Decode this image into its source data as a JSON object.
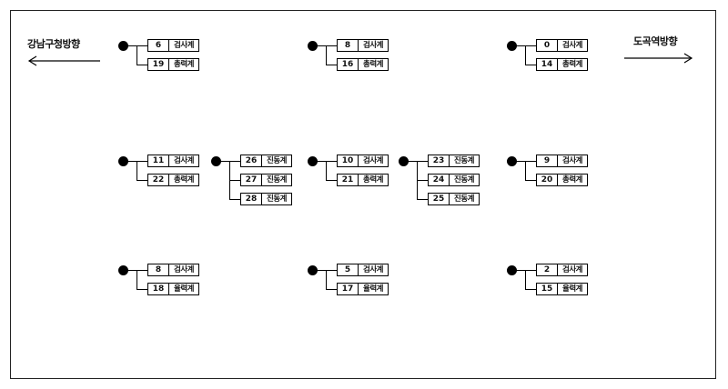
{
  "directions": {
    "left": "강남구청방향",
    "right": "도곡역방향"
  },
  "nodes": [
    {
      "id": "n1",
      "rows": [
        {
          "num": "6",
          "label": "검사계"
        },
        {
          "num": "19",
          "label": "총력계"
        }
      ]
    },
    {
      "id": "n2",
      "rows": [
        {
          "num": "8",
          "label": "검사계"
        },
        {
          "num": "16",
          "label": "총력계"
        }
      ]
    },
    {
      "id": "n3",
      "rows": [
        {
          "num": "0",
          "label": "검사계"
        },
        {
          "num": "14",
          "label": "총력계"
        }
      ]
    },
    {
      "id": "n4",
      "rows": [
        {
          "num": "11",
          "label": "검사계"
        },
        {
          "num": "22",
          "label": "총력계"
        }
      ]
    },
    {
      "id": "n5",
      "rows": [
        {
          "num": "26",
          "label": "진동계"
        },
        {
          "num": "27",
          "label": "진동계"
        },
        {
          "num": "28",
          "label": "진동계"
        }
      ]
    },
    {
      "id": "n6",
      "rows": [
        {
          "num": "10",
          "label": "검사계"
        },
        {
          "num": "21",
          "label": "총력계"
        }
      ]
    },
    {
      "id": "n7",
      "rows": [
        {
          "num": "23",
          "label": "진동계"
        },
        {
          "num": "24",
          "label": "진동계"
        },
        {
          "num": "25",
          "label": "진동계"
        }
      ]
    },
    {
      "id": "n8",
      "rows": [
        {
          "num": "9",
          "label": "검사계"
        },
        {
          "num": "20",
          "label": "총력계"
        }
      ]
    },
    {
      "id": "n9",
      "rows": [
        {
          "num": "8",
          "label": "검사계"
        },
        {
          "num": "18",
          "label": "율력계"
        }
      ]
    },
    {
      "id": "n10",
      "rows": [
        {
          "num": "5",
          "label": "검사계"
        },
        {
          "num": "17",
          "label": "율력계"
        }
      ]
    },
    {
      "id": "n11",
      "rows": [
        {
          "num": "2",
          "label": "검사계"
        },
        {
          "num": "15",
          "label": "율력계"
        }
      ]
    }
  ]
}
